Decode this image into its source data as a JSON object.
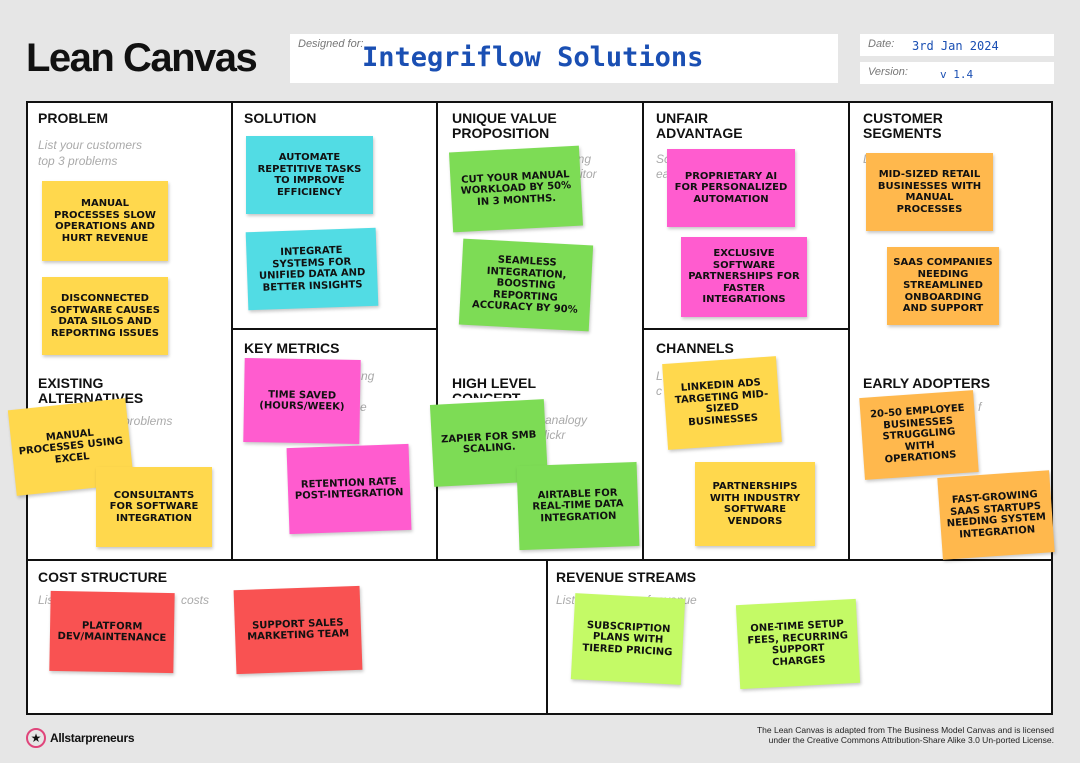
{
  "header": {
    "title": "Lean Canvas",
    "designed_for_label": "Designed for:",
    "designed_for_value": "Integriflow Solutions",
    "date_label": "Date:",
    "date_value": "3rd Jan 2024",
    "version_label": "Version:",
    "version_value": "v 1.4"
  },
  "sections": {
    "problem": {
      "title": "PROBLEM",
      "hint": "List your customers top 3 problems"
    },
    "existing_alternatives": {
      "title": "EXISTING ALTERNATIVES",
      "hint": "problems"
    },
    "solution": {
      "title": "SOLUTION"
    },
    "key_metrics": {
      "title": "KEY METRICS",
      "hint_a": "ng",
      "hint_b": "e"
    },
    "uvp": {
      "title": "UNIQUE VALUE PROPOSITION",
      "hint_a": "ing",
      "hint_b": "sitor"
    },
    "high_level_concept": {
      "title": "HIGH LEVEL CONCEPT",
      "hint_a": "analogy",
      "hint_b": "lickr"
    },
    "unfair_advantage": {
      "title": "UNFAIR ADVANTAGE",
      "hint_a": "So",
      "hint_b": "ea"
    },
    "channels": {
      "title": "CHANNELS",
      "hint_a": "L",
      "hint_b": "c"
    },
    "customer_segments": {
      "title": "CUSTOMER SEGMENTS",
      "hint": "L"
    },
    "early_adopters": {
      "title": "EARLY ADOPTERS",
      "hint": "f"
    },
    "cost_structure": {
      "title": "COST STRUCTURE",
      "hint_a": "List",
      "hint_b": "costs"
    },
    "revenue_streams": {
      "title": "REVENUE STREAMS",
      "hint_a": "List",
      "hint_b": "es of revenue"
    }
  },
  "notes": {
    "problem": [
      "MANUAL PROCESSES SLOW OPERATIONS AND HURT REVENUE",
      "DISCONNECTED SOFTWARE CAUSES DATA SILOS AND REPORTING ISSUES"
    ],
    "alternatives": [
      "MANUAL PROCESSES USING EXCEL",
      "CONSULTANTS FOR SOFTWARE INTEGRATION"
    ],
    "solution": [
      "AUTOMATE REPETITIVE TASKS TO IMPROVE EFFICIENCY",
      "INTEGRATE SYSTEMS FOR UNIFIED DATA AND BETTER INSIGHTS"
    ],
    "metrics": [
      "TIME SAVED (HOURS/WEEK)",
      "RETENTION RATE POST-INTEGRATION"
    ],
    "uvp": [
      "CUT YOUR MANUAL WORKLOAD BY 50% IN 3 MONTHS.",
      "SEAMLESS INTEGRATION, BOOSTING REPORTING ACCURACY BY 90%"
    ],
    "concept": [
      "ZAPIER FOR SMB SCALING.",
      "AIRTABLE FOR REAL-TIME DATA INTEGRATION"
    ],
    "unfair": [
      "PROPRIETARY AI FOR PERSONALIZED AUTOMATION",
      "EXCLUSIVE SOFTWARE PARTNERSHIPS FOR FASTER INTEGRATIONS"
    ],
    "channels": [
      "LINKEDIN ADS TARGETING MID-SIZED BUSINESSES",
      "PARTNERSHIPS WITH INDUSTRY SOFTWARE VENDORS"
    ],
    "segments": [
      "MID-SIZED RETAIL BUSINESSES WITH MANUAL PROCESSES",
      "SAAS COMPANIES NEEDING STREAMLINED ONBOARDING AND SUPPORT"
    ],
    "adopters": [
      "20-50 EMPLOYEE BUSINESSES STRUGGLING WITH OPERATIONS",
      "FAST-GROWING SAAS STARTUPS NEEDING SYSTEM INTEGRATION"
    ],
    "costs": [
      "PLATFORM DEV/MAINTENANCE",
      "SUPPORT SALES MARKETING TEAM"
    ],
    "revenue": [
      "SUBSCRIPTION PLANS WITH TIERED PRICING",
      "ONE-TIME SETUP FEES, RECURRING SUPPORT CHARGES"
    ]
  },
  "footer": {
    "brand": "Allstarpreneurs",
    "license_line1": "The Lean Canvas is adapted from The Business Model Canvas and is licensed",
    "license_line2": "under the Creative Commons Attribution-Share Alike 3.0 Un-ported License."
  },
  "icons": {
    "logo": "star-icon"
  },
  "colors": {
    "yellow": "#ffd84d",
    "cyan": "#52dce4",
    "green": "#7ddc55",
    "pink": "#ff5ccf",
    "orange": "#ffb84d",
    "red": "#f95252",
    "lime": "#c4fa66",
    "title_blue": "#1a4fb3"
  }
}
